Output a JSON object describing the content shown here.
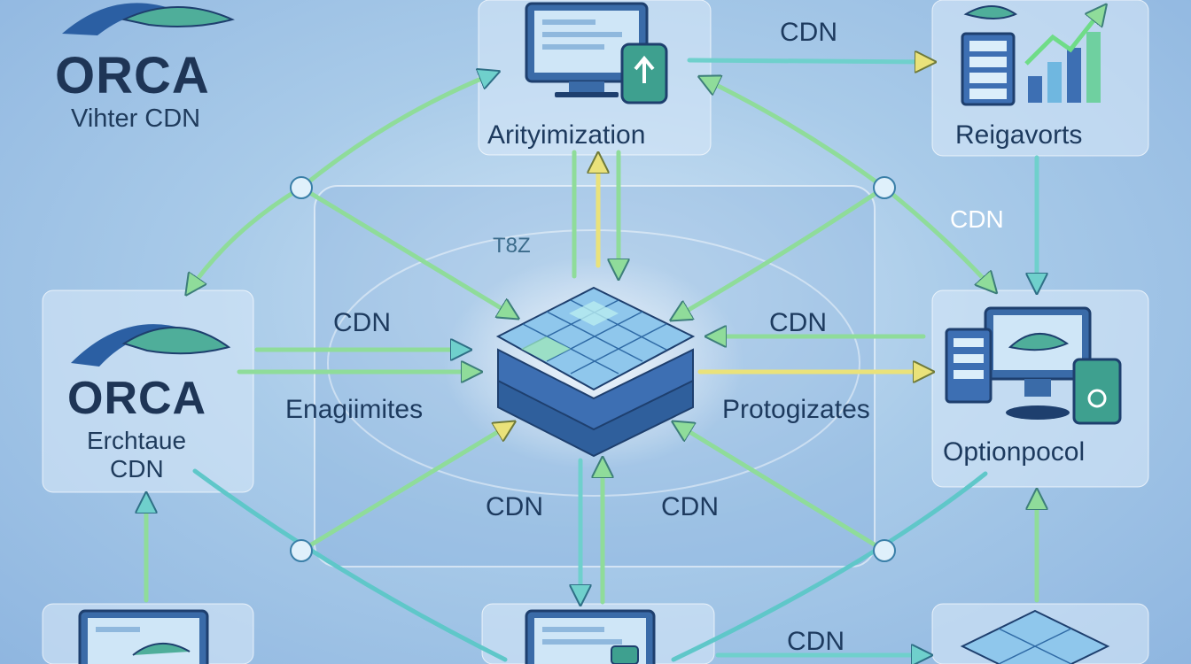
{
  "brand_top": {
    "logo_text": "ORCA",
    "subtitle": "Vihter CDN"
  },
  "brand_left": {
    "logo_text": "ORCA",
    "line1": "Erchtaue",
    "line2": "CDN"
  },
  "nodes": {
    "top": "Arityimization",
    "top_right": "Reigavorts",
    "right": "Optionpocol",
    "center_left": "Enagiimites",
    "center_right": "Protogizates",
    "center_top": "T8Z"
  },
  "edges": {
    "top_right_cdn": "CDN",
    "right_vertical_cdn": "CDN",
    "left_cdn": "CDN",
    "right_cdn": "CDN",
    "bottom_left_cdn": "CDN",
    "bottom_right_cdn": "CDN",
    "bottom_cdn": "CDN"
  },
  "colors": {
    "arrow_green": "#8fdc9a",
    "arrow_teal": "#5fc7c9",
    "arrow_yellow": "#e9e27a",
    "server_blue": "#3d6fb3",
    "tile_light": "#9fd0ee"
  }
}
